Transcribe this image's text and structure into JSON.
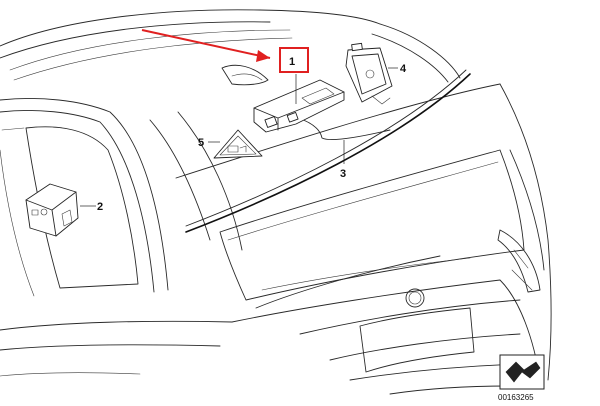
{
  "diagram": {
    "callouts": [
      {
        "id": "1",
        "label": "1"
      },
      {
        "id": "2",
        "label": "2"
      },
      {
        "id": "3",
        "label": "3"
      },
      {
        "id": "4",
        "label": "4"
      },
      {
        "id": "5",
        "label": "5"
      }
    ],
    "highlight": {
      "target": "1",
      "color": "#e02020"
    },
    "reference_number": "00163265",
    "colors": {
      "line": "#2a2a2a",
      "highlight": "#e02020",
      "background": "#ffffff"
    }
  }
}
